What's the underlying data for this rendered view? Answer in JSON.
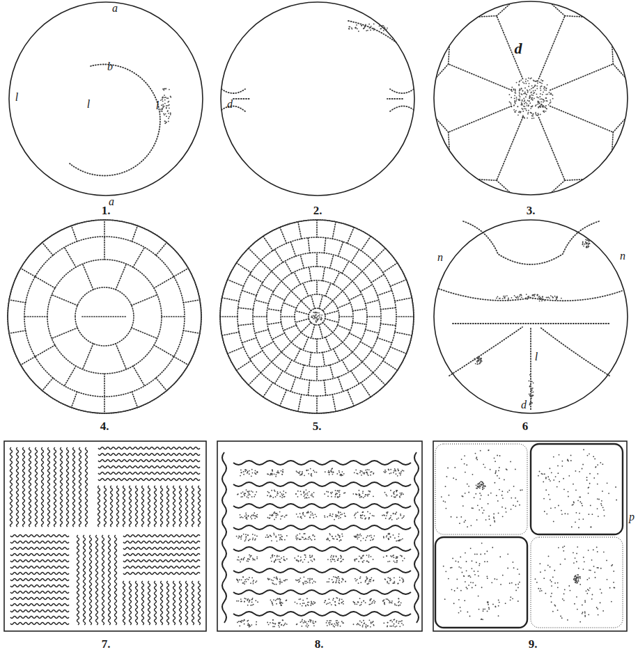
{
  "diagram": {
    "labels": [
      "a",
      "b",
      "l",
      "l",
      "l",
      "a",
      "1.",
      "d",
      "2.",
      "d",
      "3.",
      "4.",
      "5.",
      "n",
      "n",
      "l",
      "d",
      "6",
      "7.",
      "8.",
      "p",
      "9."
    ]
  }
}
